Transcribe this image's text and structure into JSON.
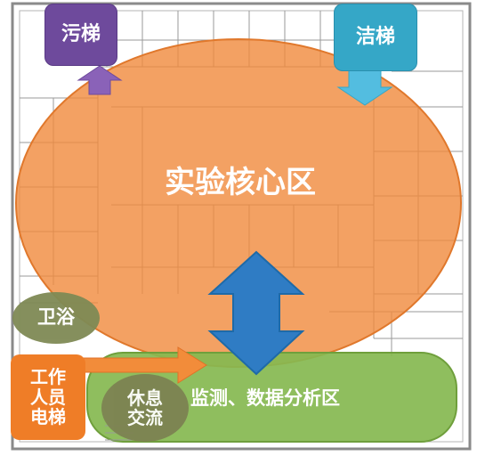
{
  "labels": {
    "dirty_lift": "污梯",
    "clean_lift": "洁梯",
    "core": "实验核心区",
    "bath": "卫浴",
    "staff_lift_line1": "工作",
    "staff_lift_line2": "人员",
    "staff_lift_line3": "电梯",
    "rest_line1": "休息",
    "rest_line2": "交流",
    "monitor": "监测、数据分析区"
  },
  "colors": {
    "core": "#f08a3c",
    "core_edge": "#e0782c",
    "dirty_lift": "#6e4a9c",
    "dirty_arrow": "#8a62b8",
    "clean_lift": "#35a7c7",
    "clean_arrow": "#53bde0",
    "bath": "#7f8a55",
    "staff_lift": "#ef7d27",
    "rest": "#7d8352",
    "monitor": "#86b850",
    "monitor_edge": "#6f9f3c",
    "vertical_arrow": "#2f7cc4",
    "plan_line": "#8a8a8a"
  },
  "icons": {
    "dirty_arrow": "up-arrow",
    "clean_arrow": "down-arrow",
    "staff_arrow": "right-arrow",
    "core_monitor_arrow": "double-vertical-arrow"
  }
}
